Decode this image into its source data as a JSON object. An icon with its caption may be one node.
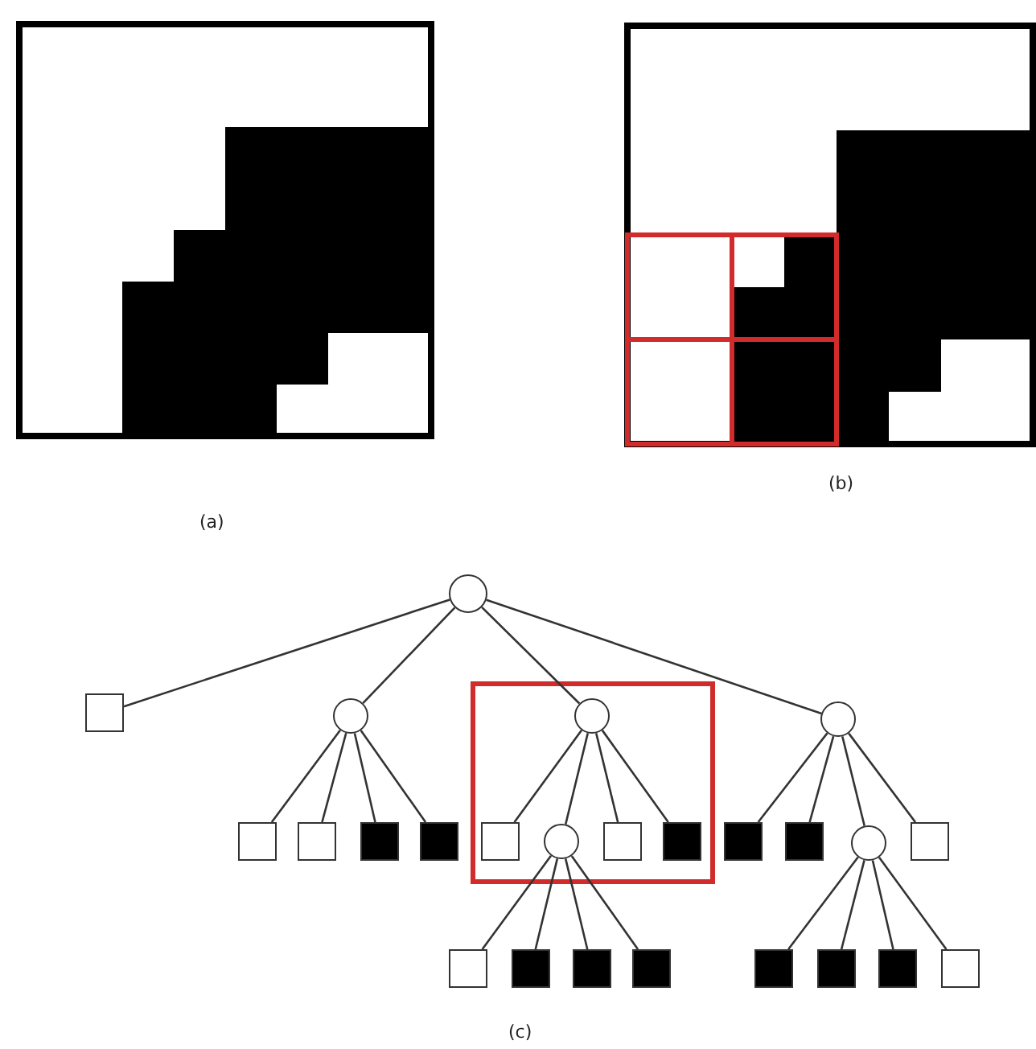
{
  "diagram": {
    "nodes": [
      {
        "text": [],
        "shape": "circle"
      },
      {
        "text": [],
        "shape": "box"
      },
      {
        "text": [],
        "shape": "circle"
      },
      {
        "text": [],
        "shape": "circle"
      },
      {
        "text": [],
        "shape": "circle"
      },
      {
        "text": [],
        "shape": "box"
      },
      {
        "text": [],
        "shape": "box"
      },
      {
        "text": [],
        "shape": "box"
      },
      {
        "text": [],
        "shape": "box"
      },
      {
        "text": [],
        "shape": "box"
      },
      {
        "text": [],
        "shape": "circle"
      },
      {
        "text": [],
        "shape": "box"
      },
      {
        "text": [],
        "shape": "box"
      },
      {
        "text": [],
        "shape": "box"
      },
      {
        "text": [],
        "shape": "box"
      },
      {
        "text": [],
        "shape": "circle"
      },
      {
        "text": [],
        "shape": "box"
      },
      {
        "text": [],
        "shape": "box"
      },
      {
        "text": [],
        "shape": "box"
      },
      {
        "text": [],
        "shape": "box"
      },
      {
        "text": [],
        "shape": "box"
      },
      {
        "text": [],
        "shape": "box"
      },
      {
        "text": [],
        "shape": "box"
      },
      {
        "text": [],
        "shape": "box"
      },
      {
        "text": [],
        "shape": "box"
      }
    ],
    "edges": [
      {
        "from": 0,
        "to": 1,
        "arrow": "none"
      },
      {
        "from": 0,
        "to": 2,
        "arrow": "none"
      },
      {
        "from": 0,
        "to": 3,
        "arrow": "none"
      },
      {
        "from": 0,
        "to": 4,
        "arrow": "none"
      },
      {
        "from": 2,
        "to": 5,
        "arrow": "none"
      },
      {
        "from": 2,
        "to": 6,
        "arrow": "none"
      },
      {
        "from": 2,
        "to": 7,
        "arrow": "none"
      },
      {
        "from": 2,
        "to": 8,
        "arrow": "none"
      },
      {
        "from": 3,
        "to": 9,
        "arrow": "none"
      },
      {
        "from": 3,
        "to": 10,
        "arrow": "none"
      },
      {
        "from": 3,
        "to": 11,
        "arrow": "none"
      },
      {
        "from": 3,
        "to": 12,
        "arrow": "none"
      },
      {
        "from": 4,
        "to": 13,
        "arrow": "none"
      },
      {
        "from": 4,
        "to": 14,
        "arrow": "none"
      },
      {
        "from": 4,
        "to": 15,
        "arrow": "none"
      },
      {
        "from": 4,
        "to": 16,
        "arrow": "none"
      },
      {
        "from": 10,
        "to": 17,
        "arrow": "none"
      },
      {
        "from": 10,
        "to": 18,
        "arrow": "none"
      },
      {
        "from": 10,
        "to": 19,
        "arrow": "none"
      },
      {
        "from": 10,
        "to": 20,
        "arrow": "none"
      },
      {
        "from": 15,
        "to": 21,
        "arrow": "none"
      },
      {
        "from": 15,
        "to": 22,
        "arrow": "none"
      },
      {
        "from": 15,
        "to": 23,
        "arrow": "none"
      },
      {
        "from": 15,
        "to": 24,
        "arrow": "none"
      }
    ],
    "labels": [
      "(a)",
      "(b)",
      "(c)"
    ]
  }
}
